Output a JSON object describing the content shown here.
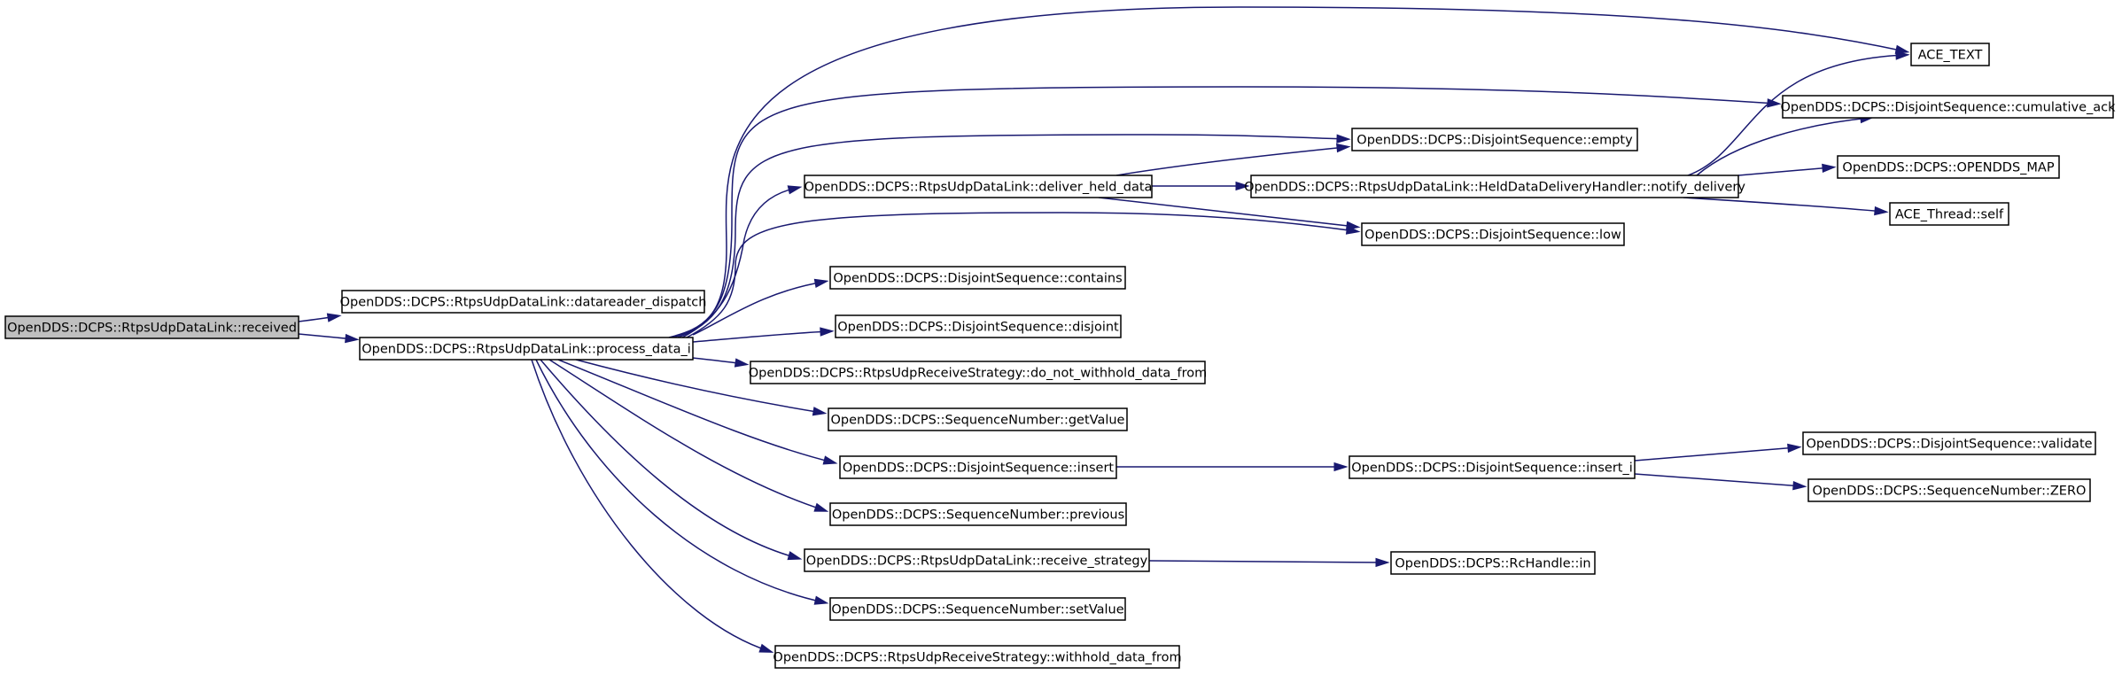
{
  "graph": {
    "nodes": [
      {
        "id": "received",
        "label": "OpenDDS::DCPS::RtpsUdpDataLink::received",
        "highlighted": true
      },
      {
        "id": "datareader_dispatch",
        "label": "OpenDDS::DCPS::RtpsUdpDataLink::datareader_dispatch"
      },
      {
        "id": "process_data_i",
        "label": "OpenDDS::DCPS::RtpsUdpDataLink::process_data_i"
      },
      {
        "id": "ace_text",
        "label": "ACE_TEXT"
      },
      {
        "id": "cumulative_ack",
        "label": "OpenDDS::DCPS::DisjointSequence::cumulative_ack"
      },
      {
        "id": "empty",
        "label": "OpenDDS::DCPS::DisjointSequence::empty"
      },
      {
        "id": "deliver_held_data",
        "label": "OpenDDS::DCPS::RtpsUdpDataLink::deliver_held_data"
      },
      {
        "id": "notify_delivery",
        "label": "OpenDDS::DCPS::RtpsUdpDataLink::HeldDataDeliveryHandler::notify_delivery"
      },
      {
        "id": "opendds_map",
        "label": "OpenDDS::DCPS::OPENDDS_MAP"
      },
      {
        "id": "ace_thread_self",
        "label": "ACE_Thread::self"
      },
      {
        "id": "low",
        "label": "OpenDDS::DCPS::DisjointSequence::low"
      },
      {
        "id": "contains",
        "label": "OpenDDS::DCPS::DisjointSequence::contains"
      },
      {
        "id": "disjoint",
        "label": "OpenDDS::DCPS::DisjointSequence::disjoint"
      },
      {
        "id": "do_not_withhold",
        "label": "OpenDDS::DCPS::RtpsUdpReceiveStrategy::do_not_withhold_data_from"
      },
      {
        "id": "getvalue",
        "label": "OpenDDS::DCPS::SequenceNumber::getValue"
      },
      {
        "id": "insert",
        "label": "OpenDDS::DCPS::DisjointSequence::insert"
      },
      {
        "id": "insert_i",
        "label": "OpenDDS::DCPS::DisjointSequence::insert_i"
      },
      {
        "id": "validate",
        "label": "OpenDDS::DCPS::DisjointSequence::validate"
      },
      {
        "id": "zero",
        "label": "OpenDDS::DCPS::SequenceNumber::ZERO"
      },
      {
        "id": "previous",
        "label": "OpenDDS::DCPS::SequenceNumber::previous"
      },
      {
        "id": "receive_strategy",
        "label": "OpenDDS::DCPS::RtpsUdpDataLink::receive_strategy"
      },
      {
        "id": "rchandle_in",
        "label": "OpenDDS::DCPS::RcHandle::in"
      },
      {
        "id": "setvalue",
        "label": "OpenDDS::DCPS::SequenceNumber::setValue"
      },
      {
        "id": "withhold",
        "label": "OpenDDS::DCPS::RtpsUdpReceiveStrategy::withhold_data_from"
      }
    ],
    "edges": [
      {
        "from": "received",
        "to": "datareader_dispatch"
      },
      {
        "from": "received",
        "to": "process_data_i"
      },
      {
        "from": "process_data_i",
        "to": "ace_text"
      },
      {
        "from": "process_data_i",
        "to": "cumulative_ack"
      },
      {
        "from": "process_data_i",
        "to": "empty"
      },
      {
        "from": "process_data_i",
        "to": "deliver_held_data"
      },
      {
        "from": "process_data_i",
        "to": "low"
      },
      {
        "from": "process_data_i",
        "to": "contains"
      },
      {
        "from": "process_data_i",
        "to": "disjoint"
      },
      {
        "from": "process_data_i",
        "to": "do_not_withhold"
      },
      {
        "from": "process_data_i",
        "to": "getvalue"
      },
      {
        "from": "process_data_i",
        "to": "insert"
      },
      {
        "from": "process_data_i",
        "to": "previous"
      },
      {
        "from": "process_data_i",
        "to": "receive_strategy"
      },
      {
        "from": "process_data_i",
        "to": "setvalue"
      },
      {
        "from": "process_data_i",
        "to": "withhold"
      },
      {
        "from": "deliver_held_data",
        "to": "empty"
      },
      {
        "from": "deliver_held_data",
        "to": "notify_delivery"
      },
      {
        "from": "deliver_held_data",
        "to": "low"
      },
      {
        "from": "notify_delivery",
        "to": "ace_text"
      },
      {
        "from": "notify_delivery",
        "to": "cumulative_ack"
      },
      {
        "from": "notify_delivery",
        "to": "opendds_map"
      },
      {
        "from": "notify_delivery",
        "to": "ace_thread_self"
      },
      {
        "from": "insert",
        "to": "insert_i"
      },
      {
        "from": "insert_i",
        "to": "validate"
      },
      {
        "from": "insert_i",
        "to": "zero"
      },
      {
        "from": "receive_strategy",
        "to": "rchandle_in"
      }
    ],
    "colors": {
      "edge": "#191970",
      "node_border": "#000000",
      "root_fill": "#bfbfbf",
      "node_fill": "#ffffff"
    }
  }
}
